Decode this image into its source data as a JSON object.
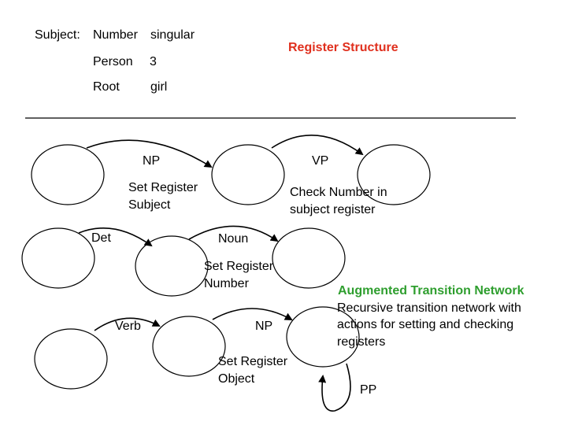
{
  "register": {
    "subject_label": "Subject:",
    "number_label": "Number",
    "number_value": "singular",
    "person_label": "Person",
    "person_value": "3",
    "root_label": "Root",
    "root_value": "girl",
    "title": "Register Structure",
    "title_color": "#e0301e"
  },
  "network1": {
    "np_arc": "NP",
    "vp_arc": "VP",
    "np_action": [
      "Set Register",
      "Subject"
    ],
    "vp_action": [
      "Check Number in",
      "subject register"
    ]
  },
  "network2": {
    "det_arc": "Det",
    "noun_arc": "Noun",
    "noun_action": [
      "Set Register",
      "Number"
    ]
  },
  "network3": {
    "verb_arc": "Verb",
    "np_arc": "NP",
    "np_action": [
      "Set Register",
      "Object"
    ],
    "pp_arc": "PP"
  },
  "caption": {
    "title": "Augmented Transition Network",
    "title_color": "#2e9e2e",
    "lines": [
      "Recursive transition network with",
      "actions for setting and checking",
      "registers"
    ]
  }
}
